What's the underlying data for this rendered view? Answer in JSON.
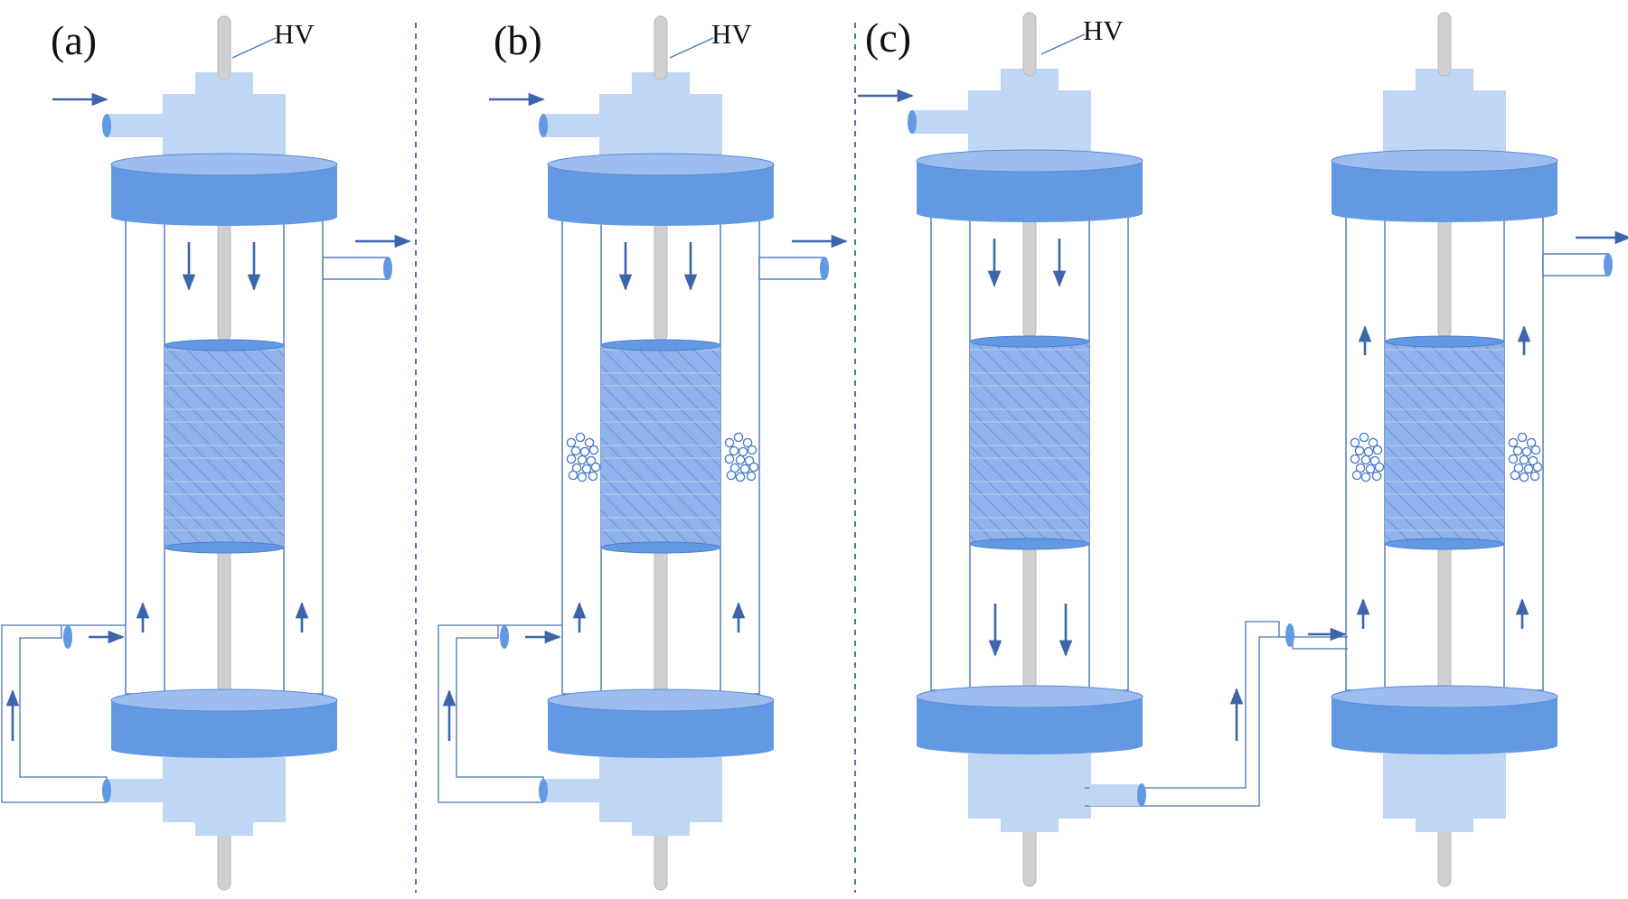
{
  "panels": [
    {
      "id": "a",
      "label": "(a)",
      "hv": "HV",
      "mode": "recirc",
      "bubbles": false
    },
    {
      "id": "b",
      "label": "(b)",
      "hv": "HV",
      "mode": "recirc",
      "bubbles": true
    },
    {
      "id": "c",
      "label": "(c)",
      "hv": "HV",
      "mode": "series_one",
      "bubbles": false
    },
    {
      "id": "c2",
      "label": "",
      "hv": "",
      "mode": "series_two",
      "bubbles": true
    }
  ],
  "colors": {
    "light": "#bfd6f4",
    "flange": "#6399e3",
    "flange_top": "#9cbdee",
    "electrode": "#d0d0d2",
    "packing": "#90b3ec",
    "arrow": "#3d65aa",
    "line": "#4a74b5",
    "bubble": "#4f7fc9"
  }
}
